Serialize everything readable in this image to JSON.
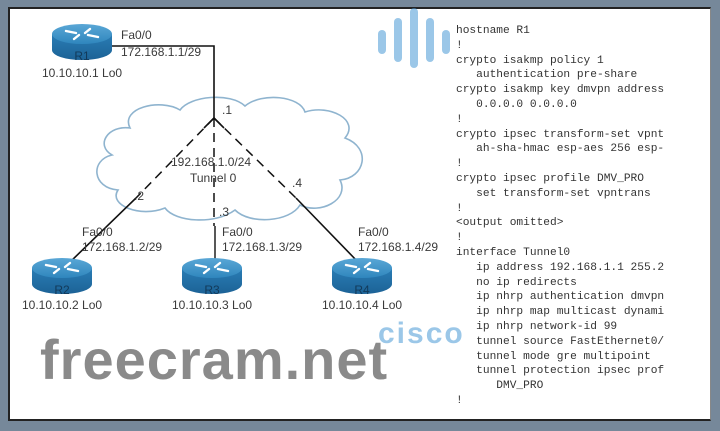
{
  "topology": {
    "cloud": {
      "network": "192.168.1.0/24",
      "name": "Tunnel 0",
      "fill": "#ffffff",
      "stroke": "#8fb4cf"
    },
    "routers": [
      {
        "name": "R1",
        "loopback": "10.10.10.1 Lo0",
        "interface": "Fa0/0",
        "ip": "172.168.1.1/29",
        "tunnel_host": ".1"
      },
      {
        "name": "R2",
        "loopback": "10.10.10.2 Lo0",
        "interface": "Fa0/0",
        "ip": "172.168.1.2/29",
        "tunnel_host": ".2"
      },
      {
        "name": "R3",
        "loopback": "10.10.10.3 Lo0",
        "interface": "Fa0/0",
        "ip": "172.168.1.3/29",
        "tunnel_host": ".3"
      },
      {
        "name": "R4",
        "loopback": "10.10.10.4 Lo0",
        "interface": "Fa0/0",
        "ip": "172.168.1.4/29",
        "tunnel_host": ".4"
      }
    ],
    "router_color": "#2a7fb5"
  },
  "config": {
    "lines": [
      "hostname R1",
      "!",
      "crypto isakmp policy 1",
      "   authentication pre-share",
      "crypto isakmp key dmvpn address",
      "   0.0.0.0 0.0.0.0",
      "!",
      "crypto ipsec transform-set vpnt",
      "   ah-sha-hmac esp-aes 256 esp-",
      "!",
      "crypto ipsec profile DMV_PRO",
      "   set transform-set vpntrans",
      "!",
      "<output omitted>",
      "!",
      "interface Tunnel0",
      "   ip address 192.168.1.1 255.2",
      "   no ip redirects",
      "   ip nhrp authentication dmvpn",
      "   ip nhrp map multicast dynami",
      "   ip nhrp network-id 99",
      "   tunnel source FastEthernet0/",
      "   tunnel mode gre multipoint",
      "   tunnel protection ipsec prof",
      "      DMV_PRO",
      "!"
    ]
  },
  "overlays": {
    "logo_text": "cisco",
    "logo_color": "#4a9bd6",
    "watermark_text": "freecram.net"
  },
  "frame": {
    "background": "#76889a"
  }
}
